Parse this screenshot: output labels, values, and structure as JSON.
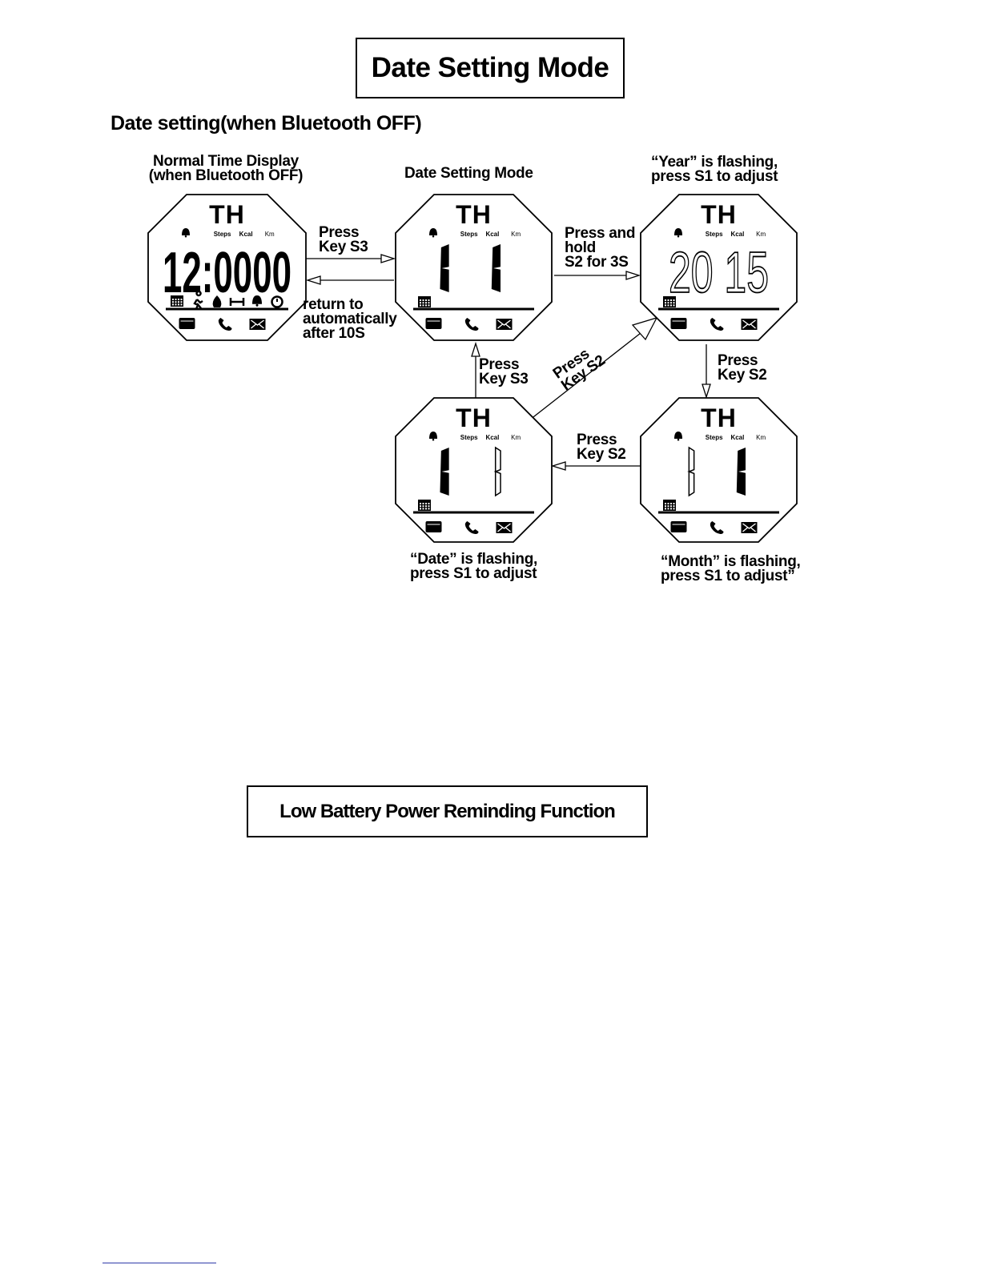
{
  "header": {
    "title": "Date Setting Mode"
  },
  "section": {
    "heading": "Date setting(when Bluetooth OFF)"
  },
  "watch_common": {
    "brand": "TH",
    "steps_label": "Steps",
    "kcal_label": "Kcal",
    "km_label": "Km"
  },
  "watches": [
    {
      "id": "normal",
      "caption": [
        "Normal Time Display",
        "(when Bluetooth OFF)"
      ],
      "digits": "12:0000",
      "status_icons": true
    },
    {
      "id": "setting",
      "caption": [
        "Date Setting Mode"
      ],
      "digits": "1 1"
    },
    {
      "id": "year",
      "caption": [
        "“Year” is flashing,",
        "press S1 to adjust"
      ],
      "digits": "20 15"
    },
    {
      "id": "date",
      "caption": [
        "“Date” is flashing,",
        "press S1 to adjust"
      ],
      "digits": "1 1"
    },
    {
      "id": "month",
      "caption": [
        "“Month” is flashing,",
        "press S1 to adjust”"
      ],
      "digits": "1 1"
    }
  ],
  "transitions": [
    {
      "from": "normal",
      "to": "setting",
      "label": [
        "Press",
        "Key S3"
      ]
    },
    {
      "from": "setting",
      "to": "normal",
      "label": [
        "return to",
        "automatically",
        "after 10S"
      ]
    },
    {
      "from": "setting",
      "to": "year",
      "label": [
        "Press and",
        "hold",
        "S2 for 3S"
      ]
    },
    {
      "from": "year",
      "to": "month",
      "label": [
        "Press",
        "Key S2"
      ]
    },
    {
      "from": "month",
      "to": "date",
      "label": [
        "Press",
        "Key S2"
      ]
    },
    {
      "from": "date",
      "to": "setting",
      "label": [
        "Press",
        "Key S3"
      ]
    },
    {
      "from": "date",
      "to": "year",
      "label": [
        "Press",
        "Key S2"
      ]
    }
  ],
  "footer_section": {
    "title": "Low Battery Power Reminding Function"
  }
}
